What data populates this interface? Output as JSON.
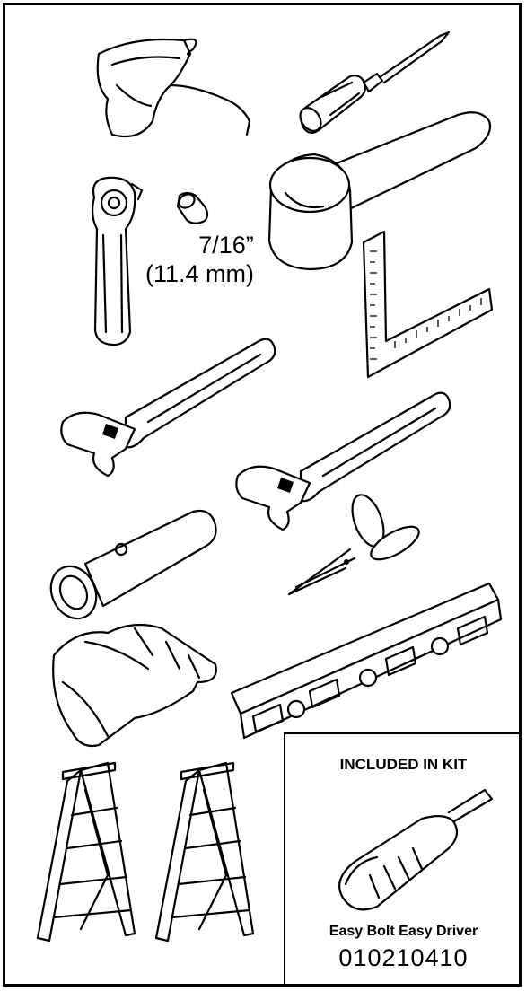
{
  "socket": {
    "size_in": "7/16”",
    "size_mm": "(11.4 mm)"
  },
  "kit": {
    "title": "INCLUDED IN KIT",
    "product": "Easy Bolt Easy Driver",
    "code": "010210410"
  },
  "tools": [
    "safety-glasses",
    "screwdriver",
    "rubber-mallet",
    "ratchet",
    "socket",
    "framing-square",
    "adjustable-wrench",
    "adjustable-wrench",
    "flashlight",
    "scissors",
    "work-gloves",
    "level",
    "step-ladder",
    "step-ladder",
    "easy-driver"
  ]
}
